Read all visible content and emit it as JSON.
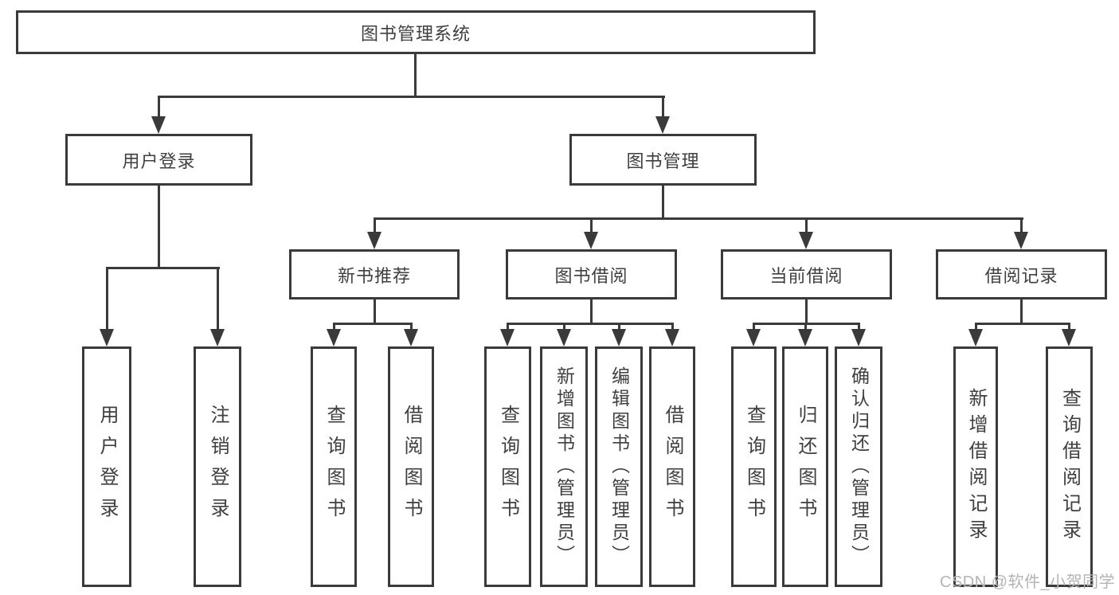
{
  "tree": {
    "root": "图书管理系统",
    "user_login": {
      "label": "用户登录",
      "children": [
        "用户登录",
        "注销登录"
      ]
    },
    "book_mgmt": {
      "label": "图书管理"
    },
    "new_books": {
      "label": "新书推荐",
      "children": [
        "查询图书",
        "借阅图书"
      ]
    },
    "borrowing": {
      "label": "图书借阅",
      "children": [
        "查询图书",
        "新增图书（管理员）",
        "编辑图书（管理员）",
        "借阅图书"
      ]
    },
    "current": {
      "label": "当前借阅",
      "children": [
        "查询图书",
        "归还图书",
        "确认归还（管理员）"
      ]
    },
    "records": {
      "label": "借阅记录",
      "children": [
        "新增借阅记录",
        "查询借阅记录"
      ]
    }
  },
  "watermark": "CSDN @软件_小贺同学",
  "colors": {
    "line": "#3a3a3a",
    "text": "#3f3f3f",
    "background": "#ffffff",
    "watermark": "#b4b4b4"
  }
}
